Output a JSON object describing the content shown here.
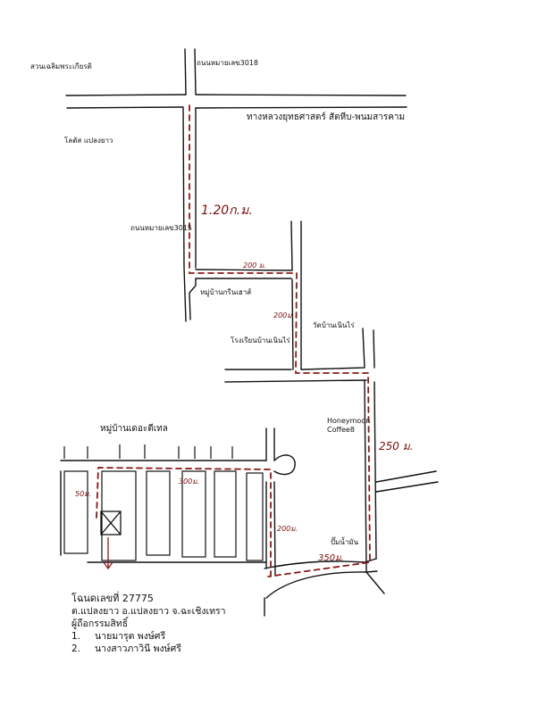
{
  "labels": {
    "park": "สวนเฉลิมพระเกียรติ",
    "road3018": "ถนนหมายเลข3018",
    "highway": "ทางหลวงยุทธศาสตร์ สัตหีบ-พนมสารคาม",
    "lotus": "โลตัส แปลงยาว",
    "road3015": "ถนนหมายเลข3015",
    "green_village": "หมู่บ้านกรีนเฮาส์",
    "temple": "วัดบ้านเนินไร่",
    "school": "โรงเรียนบ้านเนินไร่",
    "the_title_village": "หมู่บ้านเดอะตีเทล",
    "cafe_line1": "Honeymoon",
    "cafe_line2": "Coffee8",
    "gas_station": "ปั๊มน้ำมัน"
  },
  "distances": {
    "d1": "1.20ก.ม.",
    "d2": "200 ม.",
    "d3": "200ม.",
    "d4": "250 ม.",
    "d5": "300ม.",
    "d6": "50ม.",
    "d7": "200ม.",
    "d8": "350ม."
  },
  "info": {
    "deed": "โฉนดเลขที่ 27775",
    "location": "ต.แปลงยาว อ.แปลงยาว จ.ฉะเชิงเทรา",
    "owners_title": "ผู้ถือกรรมสิทธิ์",
    "owners": [
      {
        "num": "1.",
        "name": "นายมารุต พงษ์ศรี"
      },
      {
        "num": "2.",
        "name": "นางสาวภาวินี พงษ์ศรี"
      }
    ]
  },
  "colors": {
    "road": "#111111",
    "route": "#8b1a1a"
  }
}
